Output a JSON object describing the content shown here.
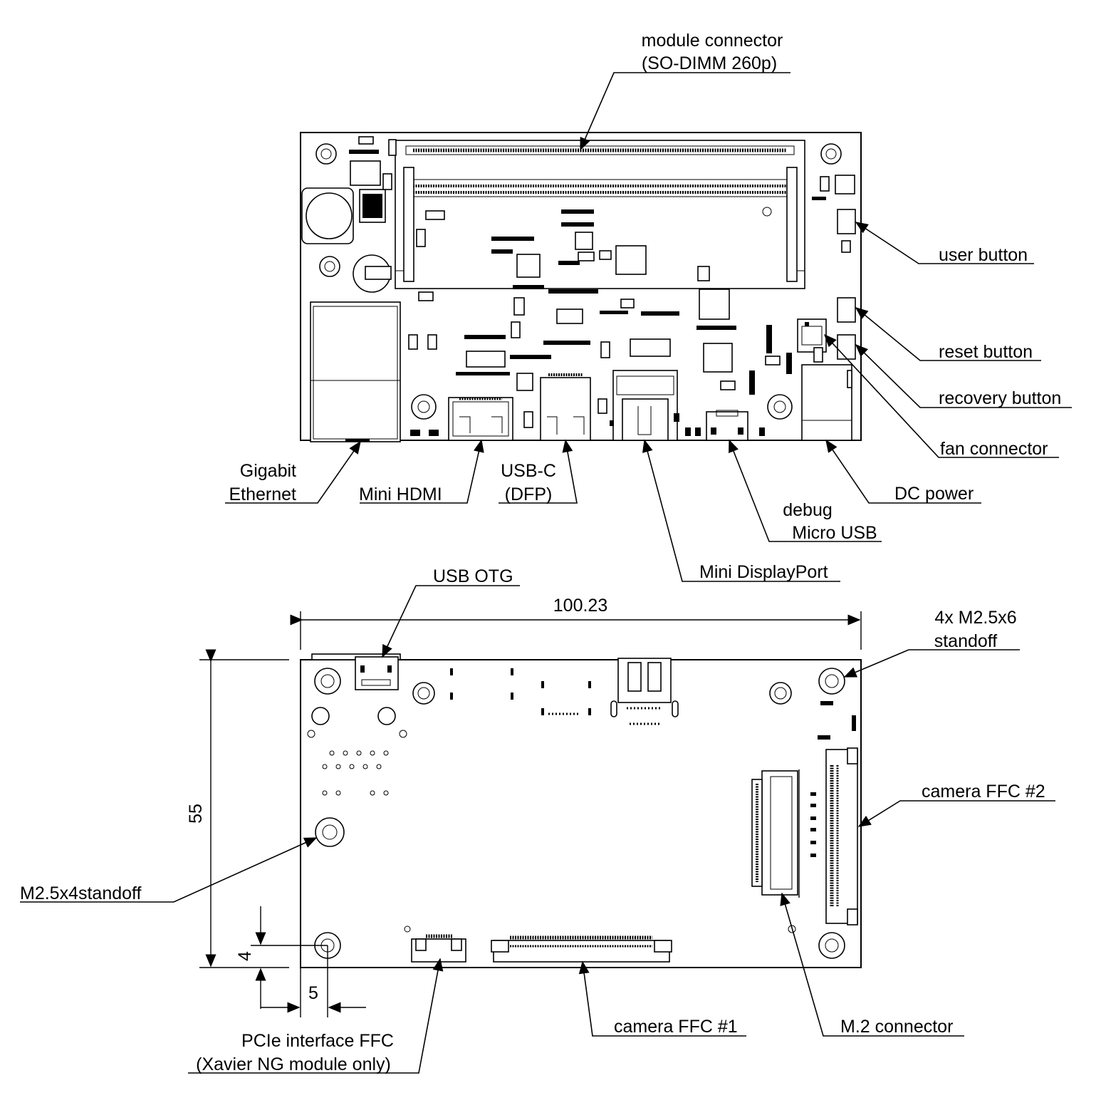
{
  "callouts": {
    "module_connector": [
      "module connector",
      "(SO-DIMM 260p)"
    ],
    "user_button": "user button",
    "reset_button": "reset button",
    "recovery_button": "recovery button",
    "fan_connector": "fan connector",
    "dc_power": "DC power",
    "gigabit_ethernet": [
      "Gigabit",
      "Ethernet"
    ],
    "mini_hdmi": "Mini HDMI",
    "usb_c": [
      "USB-C",
      "(DFP)"
    ],
    "debug_micro_usb": [
      "debug",
      "Micro USB"
    ],
    "mini_displayport": "Mini DisplayPort",
    "usb_otg": "USB OTG",
    "standoff_m25x6": [
      "4x M2.5x6",
      "standoff"
    ],
    "camera_ffc_2": "camera FFC #2",
    "m25x4_standoff": "M2.5x4standoff",
    "pcie_ffc": [
      "PCIe interface FFC",
      "(Xavier NG module only)"
    ],
    "camera_ffc_1": "camera FFC #1",
    "m2_connector": "M.2 connector"
  },
  "dimensions": {
    "width": "100.23",
    "height": "55",
    "hole_offset_y": "4",
    "hole_offset_x": "5"
  },
  "colors": {
    "line": "#000000",
    "background": "#ffffff"
  }
}
